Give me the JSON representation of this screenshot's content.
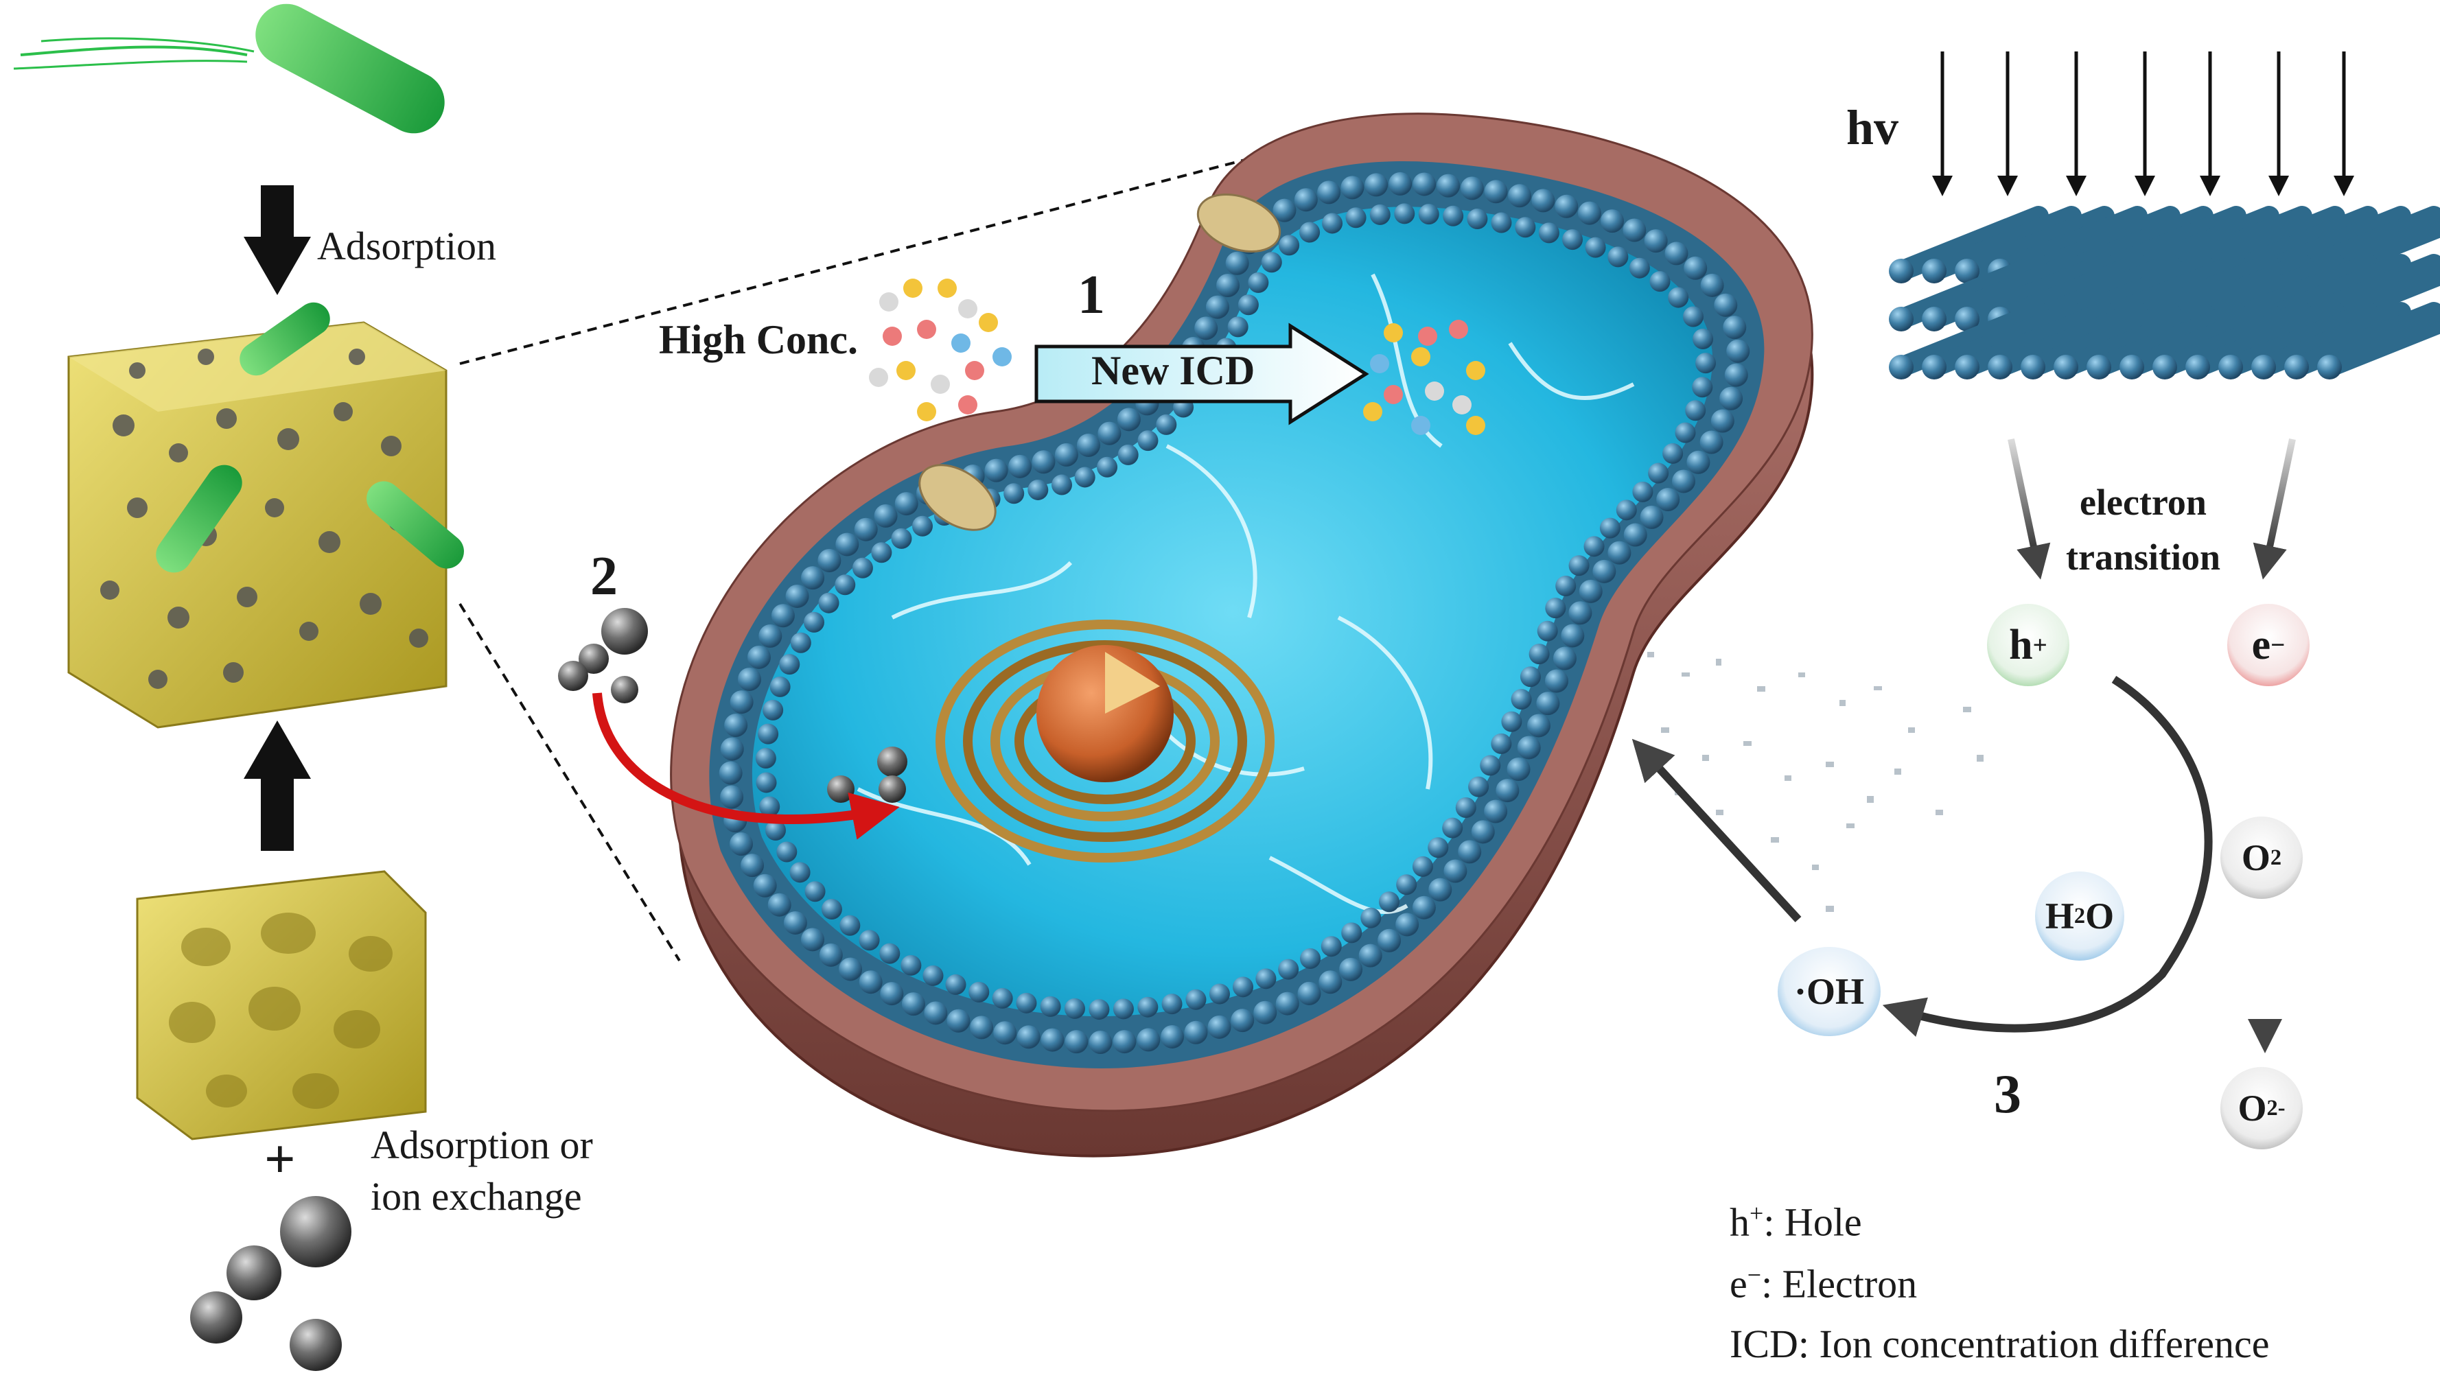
{
  "labels": {
    "adsorption": "Adsorption",
    "adsorption_or_ion_exchange_1": "Adsorption or",
    "adsorption_or_ion_exchange_2": "ion exchange",
    "plus": "+",
    "high_conc": "High Conc.",
    "new_icd": "New ICD",
    "step1": "1",
    "step2": "2",
    "step3": "3",
    "hv": "hv",
    "electron_transition_1": "electron",
    "electron_transition_2": "transition"
  },
  "species": {
    "hole": "h",
    "hole_sup": "+",
    "electron": "e",
    "electron_sup": "−",
    "water": "H",
    "water_sub": "2",
    "water_tail": "O",
    "hydroxyl": "·OH",
    "oxygen": "O",
    "oxygen_sub": "2",
    "superoxide": "O",
    "superoxide_sub": "2",
    "superoxide_sup": "-"
  },
  "legend": [
    {
      "symbol": "h",
      "sup": "+",
      "text": ": Hole"
    },
    {
      "symbol": "e",
      "sup": "−",
      "text": ": Electron"
    },
    {
      "symbol": "ICD",
      "sup": "",
      "text": ": Ion concentration difference"
    }
  ],
  "colors": {
    "membrane_bead": "#3f7fa6",
    "cytoplasm": "#2bc3e6",
    "cell_wall": "#8a4a44",
    "foam": "#d4c24a",
    "bacterium": "#2bbf4a",
    "red_arrow": "#d41414",
    "hole_tint": "#6fbf6f",
    "electron_tint": "#e04848",
    "water_tint": "#4f9fd8"
  }
}
